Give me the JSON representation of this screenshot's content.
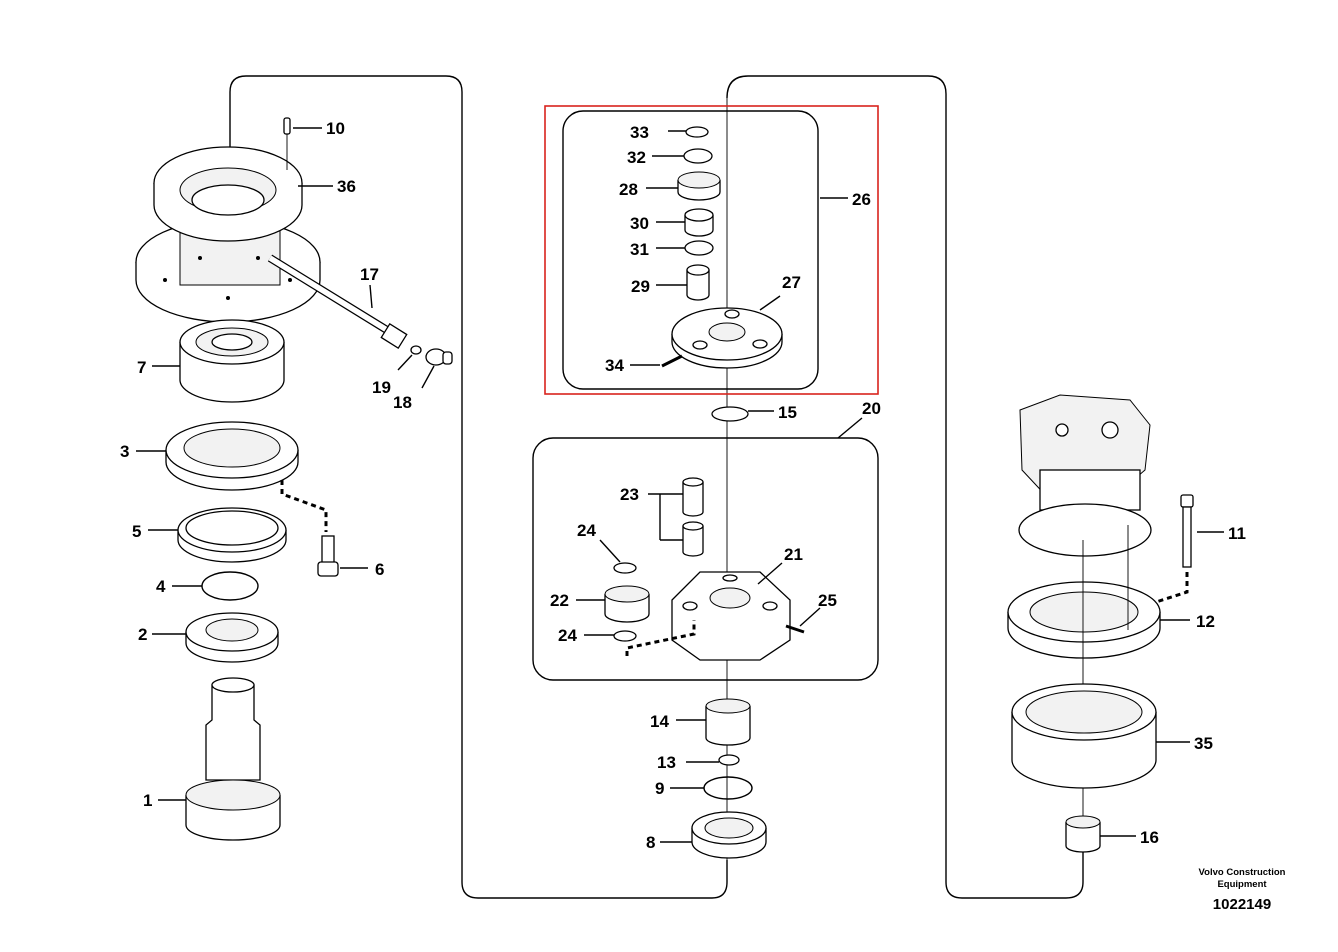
{
  "labels": {
    "l1": "1",
    "l2": "2",
    "l3": "3",
    "l4": "4",
    "l5": "5",
    "l6": "6",
    "l7": "7",
    "l8": "8",
    "l9": "9",
    "l10": "10",
    "l11": "11",
    "l12": "12",
    "l13": "13",
    "l14": "14",
    "l15": "15",
    "l16": "16",
    "l17": "17",
    "l18": "18",
    "l19": "19",
    "l20": "20",
    "l21": "21",
    "l22": "22",
    "l23": "23",
    "l24a": "24",
    "l24b": "24",
    "l25": "25",
    "l26": "26",
    "l27": "27",
    "l28": "28",
    "l29": "29",
    "l30": "30",
    "l31": "31",
    "l32": "32",
    "l33": "33",
    "l34": "34",
    "l35": "35",
    "l36": "36"
  },
  "footer": {
    "brand_line1": "Volvo Construction",
    "brand_line2": "Equipment",
    "doc_number": "1022149"
  },
  "colors": {
    "highlight": "#d9231d",
    "ink": "#000000"
  }
}
